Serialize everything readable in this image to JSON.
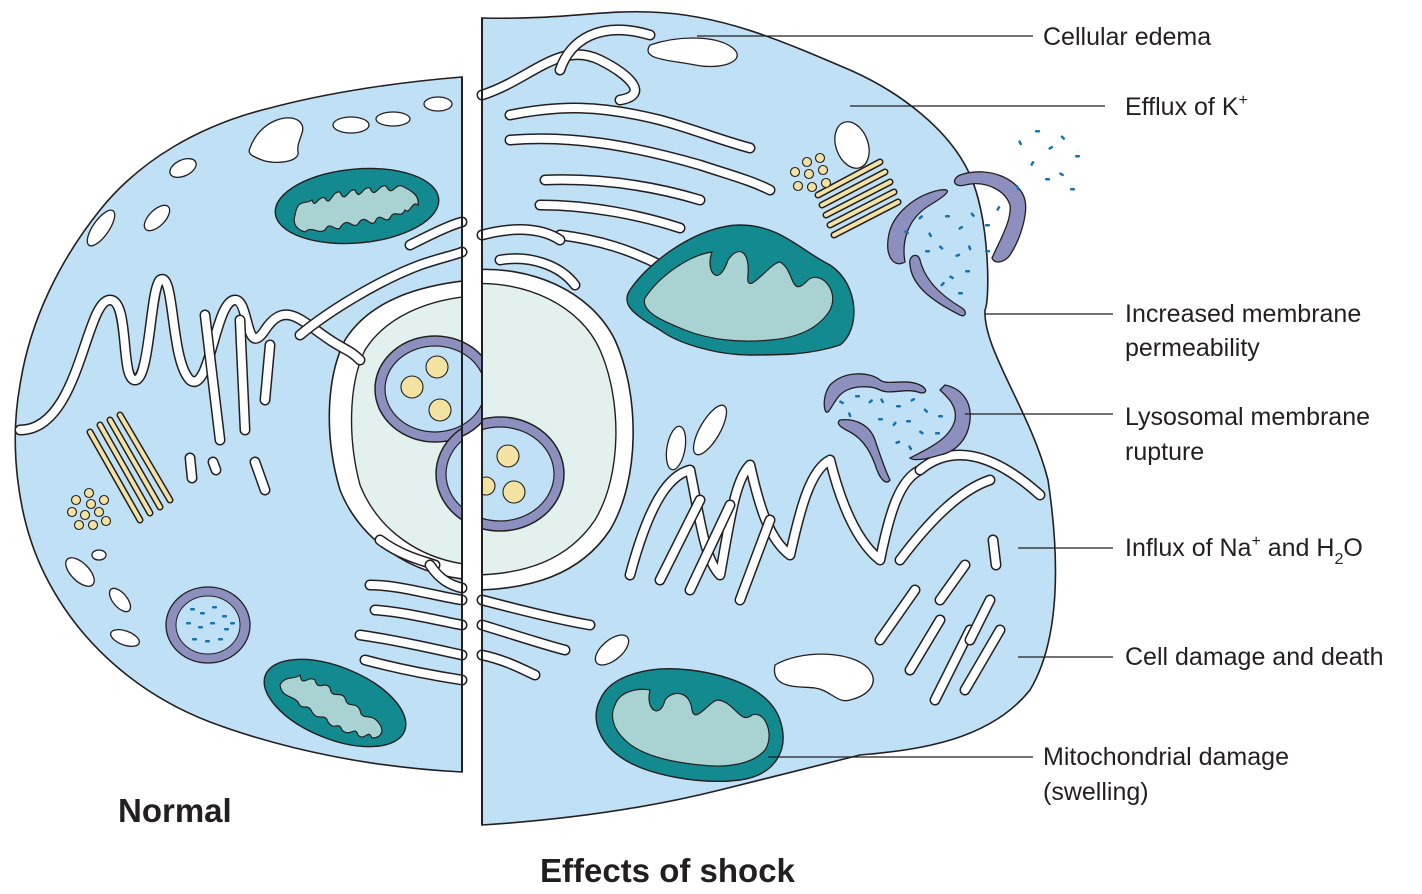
{
  "labels": {
    "cellular_edema": "Cellular edema",
    "efflux_k": {
      "text": "Efflux of K",
      "sup": "+"
    },
    "membrane_perm_1": "Increased membrane",
    "membrane_perm_2": "permeability",
    "lysosomal_1": "Lysosomal membrane",
    "lysosomal_2": "rupture",
    "influx": {
      "t1": "Influx of Na",
      "s1": "+",
      "t2": " and H",
      "sub": "2",
      "t3": "O"
    },
    "cell_damage": "Cell damage and death",
    "mito_damage_1": "Mitochondrial damage",
    "mito_damage_2": "(swelling)"
  },
  "titles": {
    "normal": "Normal",
    "shock": "Effects of shock"
  },
  "colors": {
    "cytoplasm": "#bfe0f5",
    "mitochondria": "#138a8f",
    "mitochondria_inner": "#a9d3d3",
    "lysosome": "#8d90bf",
    "granules": "#f3e2a2",
    "enzyme_dots": "#1673ad",
    "nucleoplasm": "#e2f1ee"
  }
}
